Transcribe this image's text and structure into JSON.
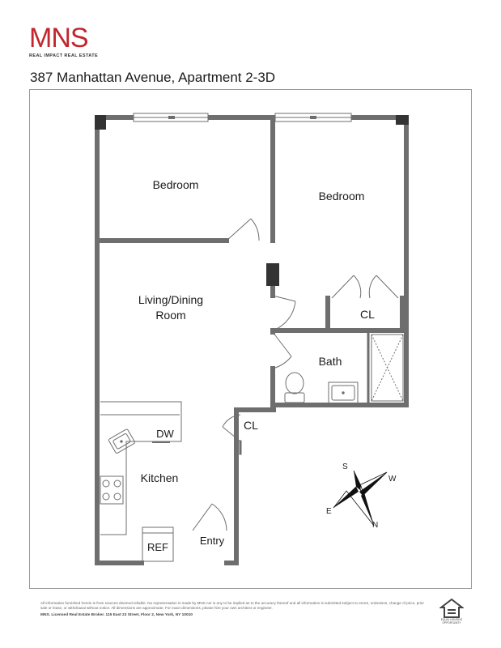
{
  "brand": {
    "logo_text": "MNS",
    "tagline": "REAL IMPACT REAL ESTATE",
    "color": "#c1272d"
  },
  "listing": {
    "address": "387 Manhattan Avenue, Apartment 2-3D"
  },
  "rooms": {
    "bedroom_1": "Bedroom",
    "bedroom_2": "Bedroom",
    "living_line1": "Living/Dining",
    "living_line2": "Room",
    "closet_bedroom": "CL",
    "bath": "Bath",
    "closet_entry": "CL",
    "dishwasher": "DW",
    "kitchen": "Kitchen",
    "refrigerator": "REF",
    "entry": "Entry"
  },
  "compass": {
    "s": "S",
    "w": "W",
    "e": "E",
    "n": "N"
  },
  "footer": {
    "disclaimer": "All information furnished herein is from sources deemed reliable. No representation is made by MNS nor is any to be implied as to the accuracy thereof and all information is submitted subject to errors, omissions, change of price, prior sale or lease, or withdrawal without notice. All dimensions are approximate. For exact dimensions, please hire your own architect or engineer.",
    "broker": "MNS. Licensed Real Estate Broker. 115 East 23 Street, Floor 2, New York, NY 10010",
    "eho_label": "EQUAL HOUSING OPPORTUNITY"
  },
  "colors": {
    "wall": "#6e6e6e",
    "wall_dark": "#333333",
    "frame": "#9a9a9a"
  }
}
